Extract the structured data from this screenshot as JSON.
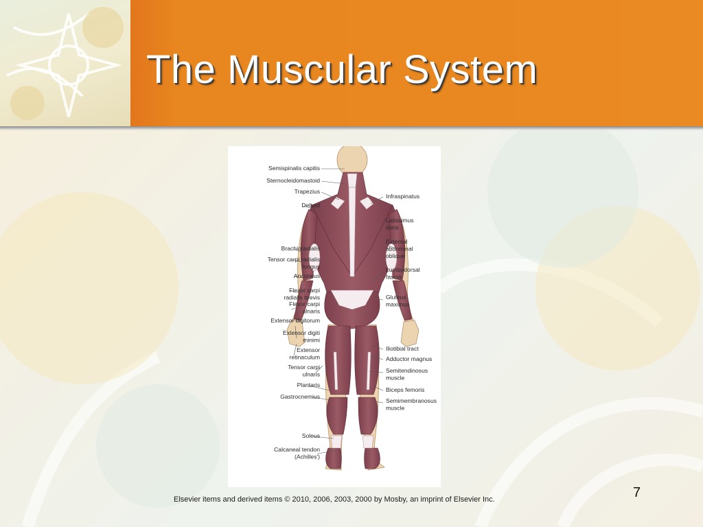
{
  "slide": {
    "title": "The Muscular System",
    "footer": "Elsevier items and derived items © 2010, 2006, 2003, 2000 by Mosby, an imprint of Elsevier Inc.",
    "page_number": "7"
  },
  "figure": {
    "labels_left": [
      [
        "Semispinalis capitis"
      ],
      [
        "Sternocleidomastoid"
      ],
      [
        "Trapezius"
      ],
      [
        "Deltoid"
      ],
      [
        "Brachioradialis"
      ],
      [
        "Tensor carpi radialis",
        "longus"
      ],
      [
        "Anconeus"
      ],
      [
        "Flexor carpi",
        "radialis brevis"
      ],
      [
        "Flexor carpi",
        "ulnaris"
      ],
      [
        "Extensor digitorum"
      ],
      [
        "Extensor digiti",
        "minimi"
      ],
      [
        "Extensor",
        "retinaculum"
      ],
      [
        "Tensor carpi",
        "ulnaris"
      ],
      [
        "Plantaris"
      ],
      [
        "Gastrocnemius"
      ],
      [
        "Soleus"
      ],
      [
        "Calcaneal tendon",
        "(Achilles')"
      ]
    ],
    "labels_right": [
      [
        "Infraspinatus"
      ],
      [
        "Latissimus",
        "dorsi"
      ],
      [
        "External",
        "abdominal",
        "oblique"
      ],
      [
        "Lumbodorsal",
        "fascia"
      ],
      [
        "Gluteus",
        "maximus"
      ],
      [
        "Iliotibial tract"
      ],
      [
        "Adductor magnus"
      ],
      [
        "Semitendinosus",
        "muscle"
      ],
      [
        "Biceps femoris"
      ],
      [
        "Semimembranosus",
        "muscle"
      ]
    ]
  },
  "colors": {
    "header_orange": "#ea8a22",
    "muscle": "#8e4f5a",
    "tendon": "#f4ecee",
    "skin": "#e9cfa8"
  }
}
